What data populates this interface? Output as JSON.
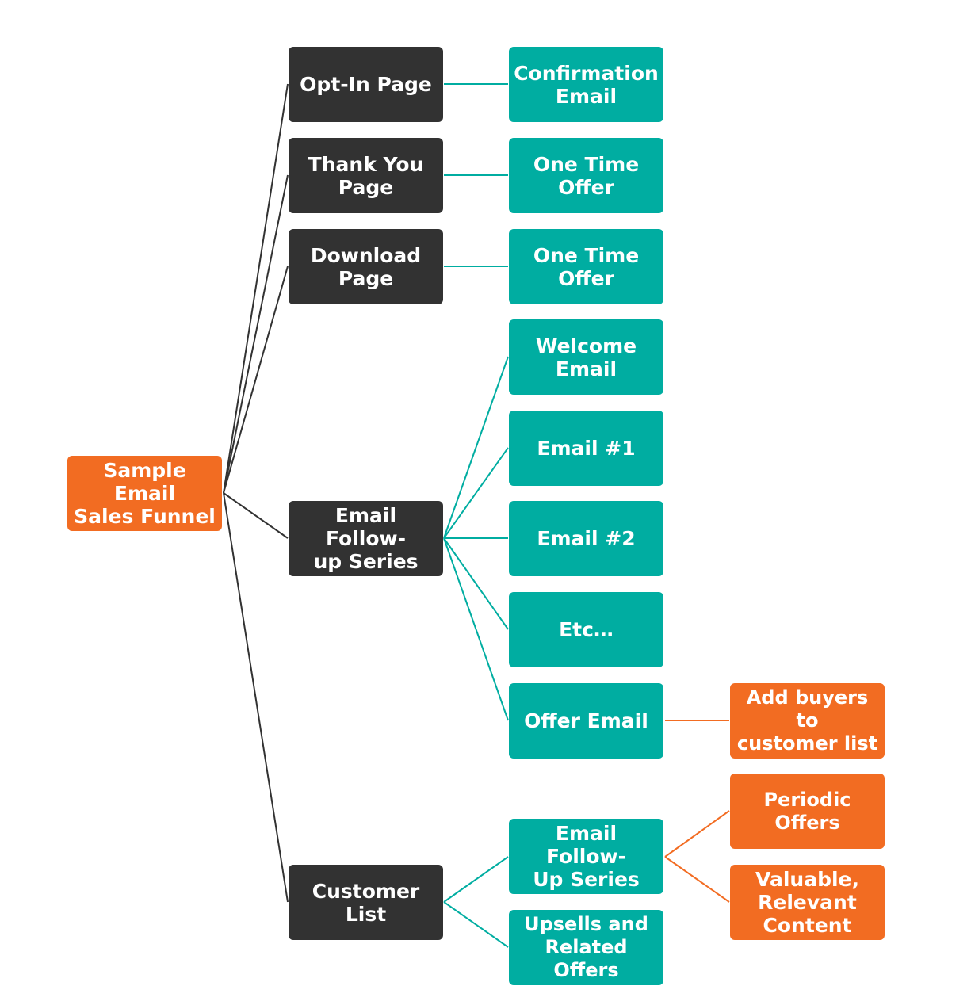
{
  "diagram": {
    "colors": {
      "root": "#f26c22",
      "level1": "#323232",
      "level2": "#00ada1",
      "level3": "#f26c22",
      "line_root": "#323232",
      "line_teal": "#00ada1",
      "line_orange": "#f26c22"
    },
    "root": {
      "label": "Sample Email\nSales Funnel"
    },
    "level1": [
      {
        "label": "Opt-In Page"
      },
      {
        "label": "Thank You\nPage"
      },
      {
        "label": "Download\nPage"
      },
      {
        "label": "Email Follow-\nup Series"
      },
      {
        "label": "Customer List"
      }
    ],
    "level2": [
      {
        "label": "Confirmation\nEmail"
      },
      {
        "label": "One Time\nOffer"
      },
      {
        "label": "One Time\nOffer"
      },
      {
        "label": "Welcome\nEmail"
      },
      {
        "label": "Email #1"
      },
      {
        "label": "Email #2"
      },
      {
        "label": "Etc…"
      },
      {
        "label": "Offer Email"
      },
      {
        "label": "Email Follow-\nUp Series"
      },
      {
        "label": "Upsells and\nRelated Offers"
      }
    ],
    "level3": [
      {
        "label": "Add buyers to\ncustomer list"
      },
      {
        "label": "Periodic Offers"
      },
      {
        "label": "Valuable,\nRelevant\nContent"
      }
    ]
  }
}
